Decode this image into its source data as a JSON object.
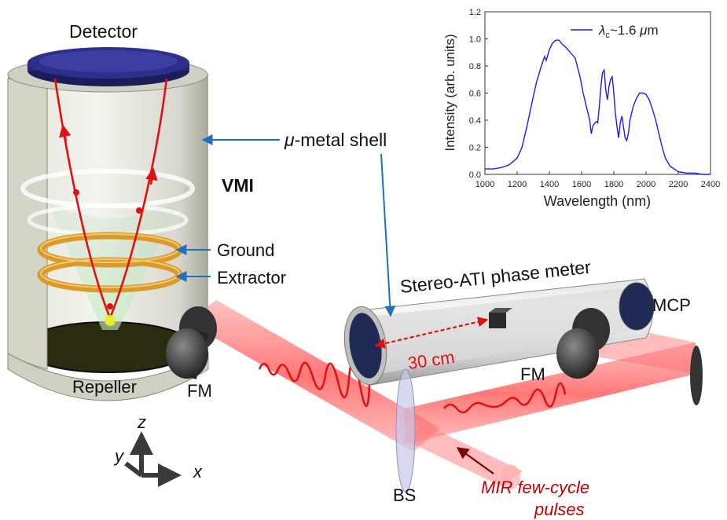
{
  "labels": {
    "detector": "Detector",
    "vmi": "VMI",
    "mu_metal_mu": "μ",
    "mu_metal_rest": "-metal shell",
    "ground": "Ground",
    "extractor": "Extractor",
    "repeller": "Repeller",
    "fm_left": "FM",
    "fm_right": "FM",
    "stereo_ati": "Stereo-ATI phase meter",
    "mcp": "MCP",
    "distance": "30 cm",
    "bs": "BS",
    "mir_line1": "MIR few-cycle",
    "mir_line2": "pulses",
    "axis_z": "z",
    "axis_y": "y",
    "axis_x": "x"
  },
  "colors": {
    "laser": "#ff5a5a",
    "trajectory": "#e01010",
    "detector_disc": "#2e2e8c",
    "electrode": "#d99a2a",
    "annotation_arrow": "#1f6fc0",
    "spectrum_line": "#1a1aff",
    "mir_text": "#c00000"
  },
  "chart_data": {
    "type": "line",
    "xlabel": "Wavelength (nm)",
    "ylabel": "Intensity (arb. units)",
    "xlim": [
      1000,
      2400
    ],
    "ylim": [
      0.0,
      1.2
    ],
    "xticks": [
      1000,
      1200,
      1400,
      1600,
      1800,
      2000,
      2200,
      2400
    ],
    "yticks": [
      0.0,
      0.2,
      0.4,
      0.6,
      0.8,
      1.0,
      1.2
    ],
    "legend": {
      "position": "top-right",
      "prefix": "λ",
      "subscript": "c",
      "suffix": "~1.6 ",
      "unit_mu": "μ",
      "unit_rest": "m"
    },
    "series": [
      {
        "x": [
          1000,
          1050,
          1100,
          1150,
          1200,
          1230,
          1260,
          1290,
          1320,
          1350,
          1370,
          1380,
          1400,
          1420,
          1440,
          1460,
          1480,
          1500,
          1530,
          1560,
          1590,
          1610,
          1630,
          1650,
          1660,
          1670,
          1690,
          1700,
          1710,
          1720,
          1730,
          1740,
          1750,
          1760,
          1770,
          1780,
          1790,
          1800,
          1810,
          1820,
          1830,
          1840,
          1850,
          1860,
          1870,
          1880,
          1890,
          1900,
          1920,
          1940,
          1960,
          1980,
          2000,
          2020,
          2040,
          2060,
          2080,
          2100,
          2120,
          2150,
          2200,
          2250,
          2300,
          2350,
          2400
        ],
        "y": [
          0.04,
          0.04,
          0.05,
          0.07,
          0.12,
          0.2,
          0.35,
          0.52,
          0.68,
          0.8,
          0.87,
          0.84,
          0.92,
          0.97,
          0.99,
          0.99,
          0.96,
          0.94,
          0.9,
          0.86,
          0.72,
          0.6,
          0.5,
          0.4,
          0.3,
          0.36,
          0.39,
          0.38,
          0.5,
          0.65,
          0.75,
          0.77,
          0.62,
          0.55,
          0.65,
          0.7,
          0.72,
          0.6,
          0.45,
          0.35,
          0.27,
          0.38,
          0.43,
          0.35,
          0.27,
          0.25,
          0.3,
          0.4,
          0.5,
          0.56,
          0.6,
          0.6,
          0.59,
          0.55,
          0.48,
          0.4,
          0.3,
          0.2,
          0.12,
          0.06,
          0.02,
          0.01,
          0.01,
          0.0,
          0.0
        ]
      }
    ]
  }
}
